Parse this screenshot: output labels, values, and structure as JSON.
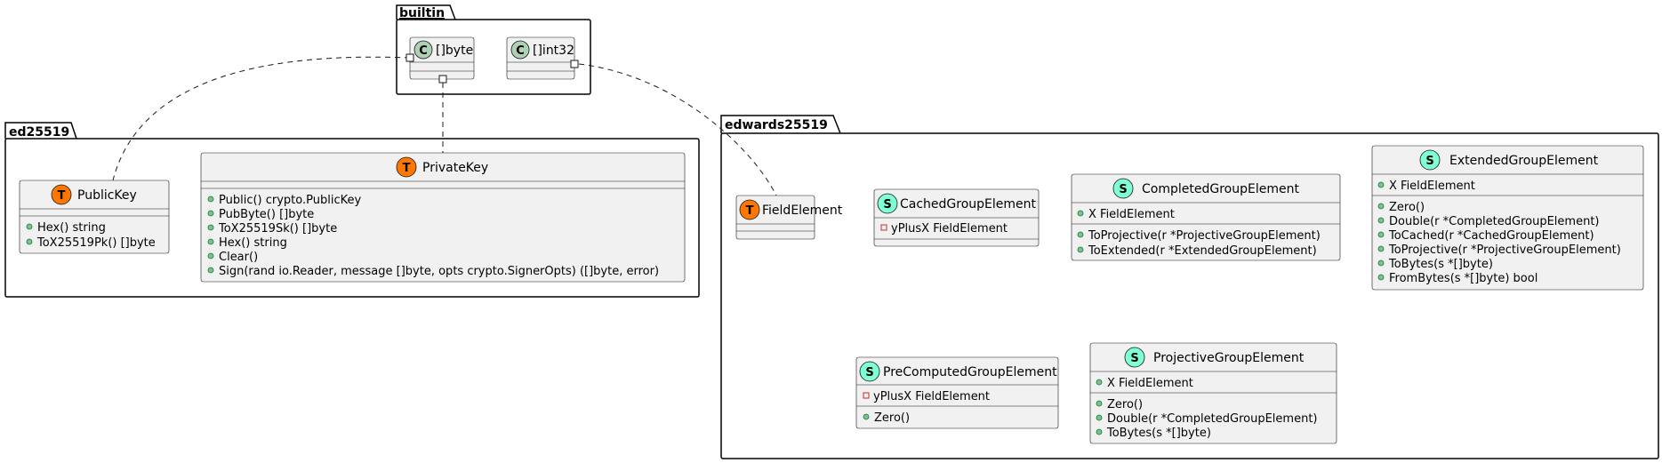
{
  "diagram": {
    "packages": [
      {
        "id": "builtin",
        "name": "builtin"
      },
      {
        "id": "ed25519",
        "name": "ed25519"
      },
      {
        "id": "edwards25519",
        "name": "edwards25519"
      }
    ],
    "classes": [
      {
        "id": "byte-slice",
        "package": "builtin",
        "kind": "C",
        "name": "[]byte",
        "fields": [],
        "methods": []
      },
      {
        "id": "int32-slice",
        "package": "builtin",
        "kind": "C",
        "name": "[]int32",
        "fields": [],
        "methods": []
      },
      {
        "id": "public-key",
        "package": "ed25519",
        "kind": "T",
        "name": "PublicKey",
        "fields": [],
        "methods": [
          "Hex() string",
          "ToX25519Pk() []byte"
        ]
      },
      {
        "id": "private-key",
        "package": "ed25519",
        "kind": "T",
        "name": "PrivateKey",
        "fields": [],
        "methods": [
          "Public() crypto.PublicKey",
          "PubByte() []byte",
          "ToX25519Sk() []byte",
          "Hex() string",
          "Clear()",
          "Sign(rand io.Reader, message []byte, opts crypto.SignerOpts) ([]byte, error)"
        ]
      },
      {
        "id": "field-element",
        "package": "edwards25519",
        "kind": "T",
        "name": "FieldElement",
        "fields": [],
        "methods": []
      },
      {
        "id": "cached-group-element",
        "package": "edwards25519",
        "kind": "S",
        "name": "CachedGroupElement",
        "fields": [
          {
            "visibility": "private",
            "text": "yPlusX FieldElement"
          }
        ],
        "methods": []
      },
      {
        "id": "completed-group-element",
        "package": "edwards25519",
        "kind": "S",
        "name": "CompletedGroupElement",
        "fields": [
          {
            "visibility": "public",
            "text": "X FieldElement"
          }
        ],
        "methods": [
          "ToProjective(r *ProjectiveGroupElement)",
          "ToExtended(r *ExtendedGroupElement)"
        ]
      },
      {
        "id": "extended-group-element",
        "package": "edwards25519",
        "kind": "S",
        "name": "ExtendedGroupElement",
        "fields": [
          {
            "visibility": "public",
            "text": "X FieldElement"
          }
        ],
        "methods": [
          "Zero()",
          "Double(r *CompletedGroupElement)",
          "ToCached(r *CachedGroupElement)",
          "ToProjective(r *ProjectiveGroupElement)",
          "ToBytes(s *[]byte)",
          "FromBytes(s *[]byte) bool"
        ]
      },
      {
        "id": "precomputed-group-element",
        "package": "edwards25519",
        "kind": "S",
        "name": "PreComputedGroupElement",
        "fields": [
          {
            "visibility": "private",
            "text": "yPlusX FieldElement"
          }
        ],
        "methods": [
          "Zero()"
        ]
      },
      {
        "id": "projective-group-element",
        "package": "edwards25519",
        "kind": "S",
        "name": "ProjectiveGroupElement",
        "fields": [
          {
            "visibility": "public",
            "text": "X FieldElement"
          }
        ],
        "methods": [
          "Zero()",
          "Double(r *CompletedGroupElement)",
          "ToBytes(s *[]byte)"
        ]
      }
    ],
    "links": [
      {
        "from": "byte-slice",
        "to": "public-key",
        "style": "dashed"
      },
      {
        "from": "byte-slice",
        "to": "private-key",
        "style": "dashed"
      },
      {
        "from": "int32-slice",
        "to": "field-element",
        "style": "dashed"
      }
    ],
    "colors": {
      "class_fill": "#f1f1f1",
      "class_border": "#181818",
      "badge_C": "#add1b2",
      "badge_T": "#ff7700",
      "badge_S": "#7fffd4",
      "public_marker": "#84be84",
      "private_marker": "#c82930",
      "package_border": "#000000",
      "link": "#181818"
    }
  }
}
